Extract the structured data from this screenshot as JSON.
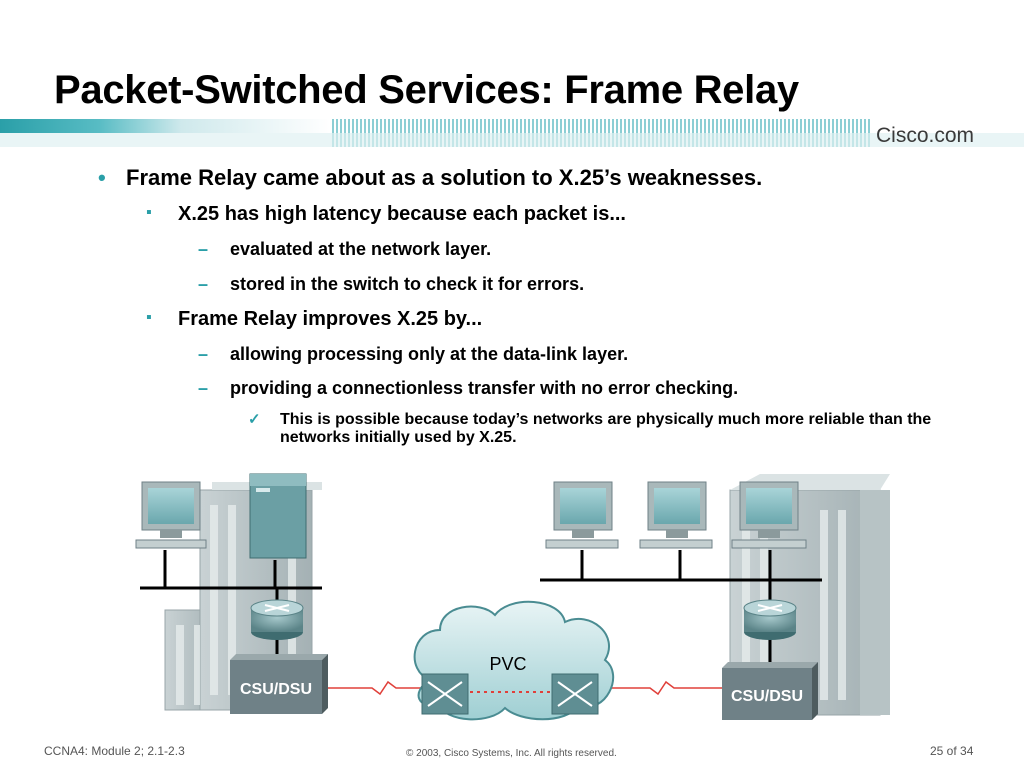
{
  "slide": {
    "title": "Packet-Switched Services: Frame Relay",
    "logo": "Cisco.com",
    "bullets": [
      "Frame Relay came about as a solution to X.25’s weaknesses.",
      "X.25 has high latency because each packet is...",
      "evaluated at the network layer.",
      "stored in the switch to check it for errors.",
      "Frame Relay improves X.25 by...",
      "allowing processing only at the data-link layer.",
      "providing a connectionless transfer with no error checking.",
      "This is possible because today’s networks are physically much more reliable than the networks initially used by X.25."
    ],
    "markers": {
      "l1": "•",
      "l2": "▪",
      "l3": "–",
      "l4": "✓"
    }
  },
  "diagram": {
    "cloud_label": "PVC",
    "left_device": "CSU/DSU",
    "right_device": "CSU/DSU"
  },
  "colors": {
    "accent": "#2a9fa8",
    "link": "#e0403a",
    "device": "#6f8187"
  },
  "footer": {
    "left": "CCNA4: Module 2; 2.1-2.3",
    "center": "© 2003, Cisco Systems, Inc. All rights reserved.",
    "right": "25 of 34"
  }
}
